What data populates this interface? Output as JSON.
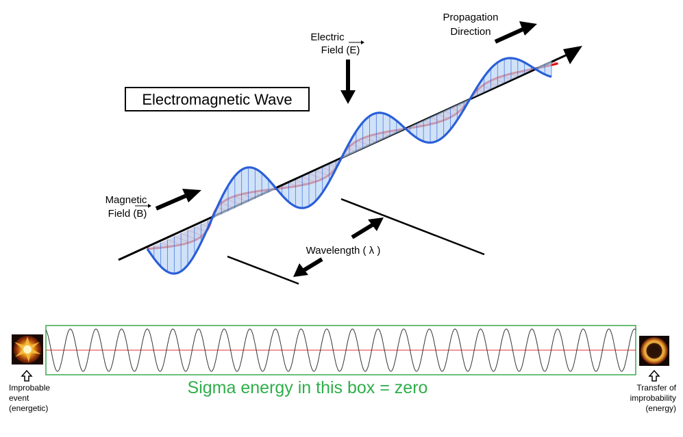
{
  "title": "Electromagnetic Wave",
  "labels": {
    "electric_line1": "Electric",
    "electric_line2": "Field (E)",
    "magnetic_line1": "Magnetic",
    "magnetic_line2": "Field (B)",
    "propagation_line1": "Propagation",
    "propagation_line2": "Direction",
    "wavelength": "Wavelength ( λ )"
  },
  "box": {
    "caption": "Sigma energy in this box = zero",
    "left_caption": [
      "Improbable",
      "event",
      "(energetic)"
    ],
    "right_caption": [
      "Transfer of",
      "improbability",
      "(energy)"
    ],
    "cycles": 23
  },
  "colors": {
    "electric": "#2a5fd8",
    "electric_fill": "#bcd6f5",
    "magnetic": "#e01010",
    "magnetic_fill": "#f6c9c9",
    "box_border": "#3aa84a",
    "caption": "#2fae4a",
    "sine": "#333333",
    "axis_line": "#e03030"
  }
}
